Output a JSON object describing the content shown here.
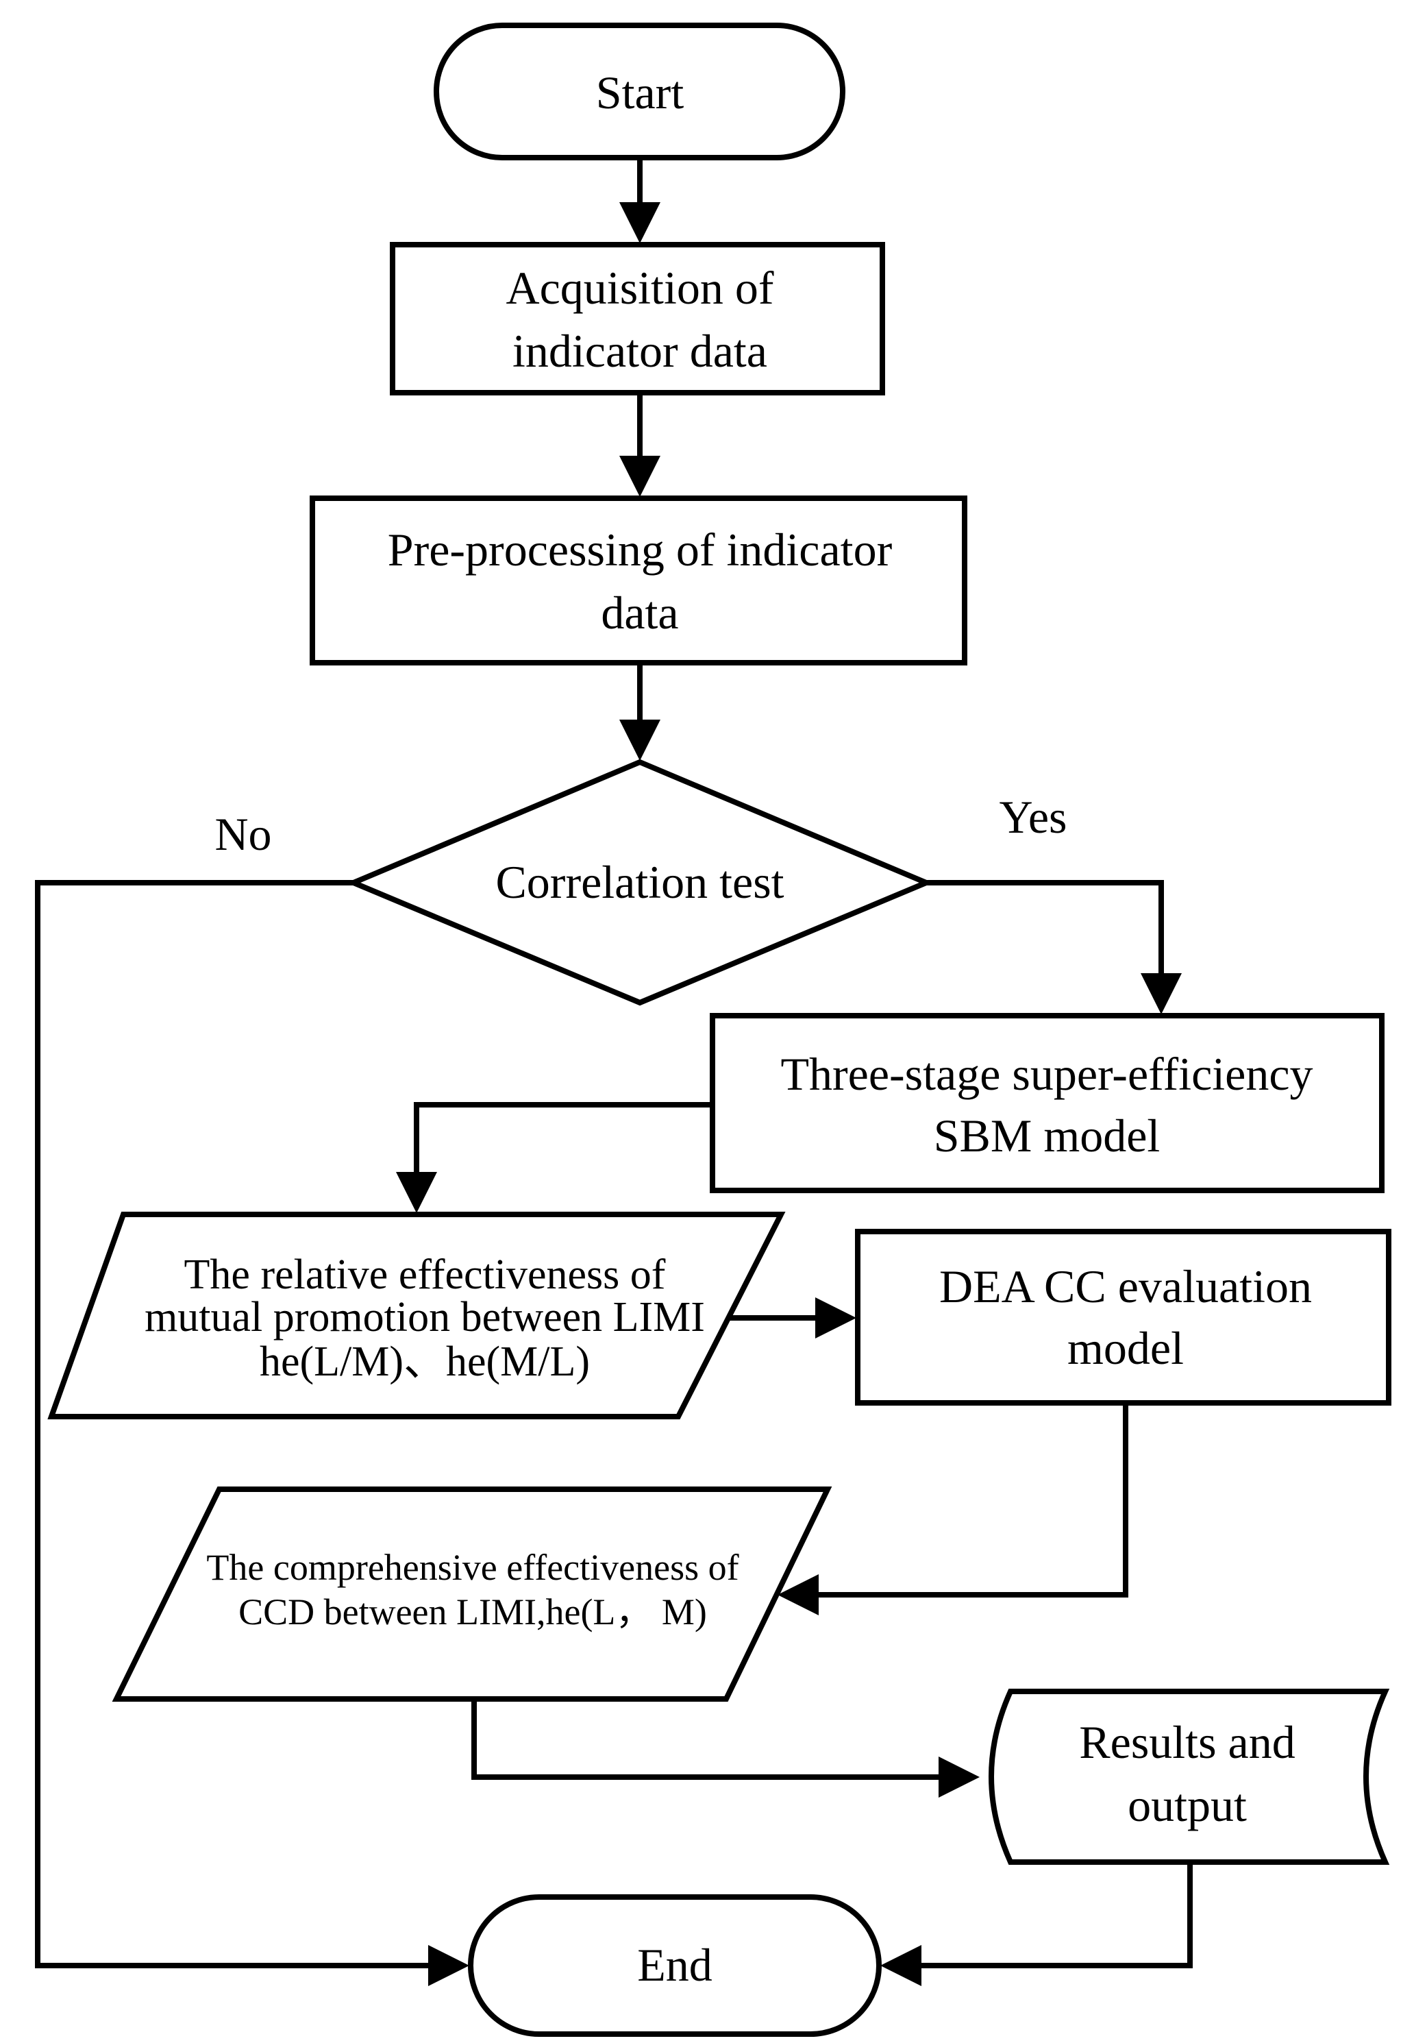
{
  "nodes": {
    "start": {
      "lines": [
        "Start"
      ]
    },
    "acquisition": {
      "lines": [
        "Acquisition of",
        "indicator data"
      ]
    },
    "preprocessing": {
      "lines": [
        "Pre-processing of indicator",
        "data"
      ]
    },
    "correlation": {
      "lines": [
        "Correlation test"
      ]
    },
    "sbm": {
      "lines": [
        "Three-stage super-efficiency",
        "SBM model"
      ]
    },
    "relative": {
      "lines": [
        "The relative effectiveness of",
        "mutual promotion between LIMI",
        "he(L/M)、he(M/L)"
      ]
    },
    "dea": {
      "lines": [
        "DEA CC evaluation",
        "model"
      ]
    },
    "comprehensive": {
      "lines": [
        "The comprehensive effectiveness of",
        "CCD between LIMI,he(L， M)"
      ]
    },
    "results": {
      "lines": [
        "Results and",
        "output"
      ]
    },
    "end": {
      "lines": [
        "End"
      ]
    }
  },
  "branches": {
    "no": "No",
    "yes": "Yes"
  }
}
